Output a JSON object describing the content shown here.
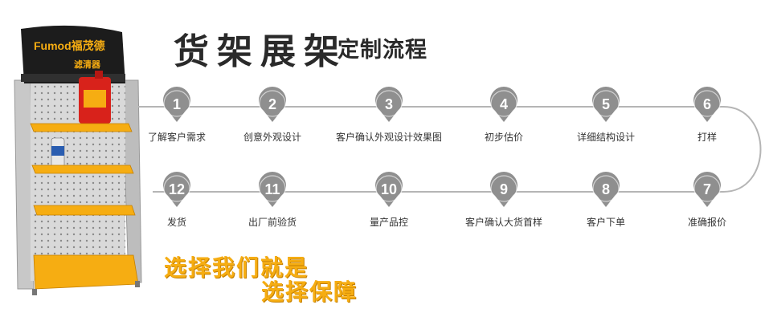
{
  "header": {
    "title": "货架展架",
    "subtitle": "定制流程"
  },
  "display_rack": {
    "brand": "Fumod福茂德",
    "category": "滤清器"
  },
  "steps": [
    {
      "num": "1",
      "label": "了解客户需求"
    },
    {
      "num": "2",
      "label": "创意外观设计"
    },
    {
      "num": "3",
      "label": "客户确认外观设计效果图"
    },
    {
      "num": "4",
      "label": "初步估价"
    },
    {
      "num": "5",
      "label": "详细结构设计"
    },
    {
      "num": "6",
      "label": "打样"
    },
    {
      "num": "7",
      "label": "准确报价"
    },
    {
      "num": "8",
      "label": "客户下单"
    },
    {
      "num": "9",
      "label": "客户确认大货首样"
    },
    {
      "num": "10",
      "label": "量产品控"
    },
    {
      "num": "11",
      "label": "出厂前验货"
    },
    {
      "num": "12",
      "label": "发货"
    }
  ],
  "slogan": {
    "line1": "选择我们就是",
    "line2": "选择保障"
  },
  "colors": {
    "accent": "#f6ad12",
    "pin": "#8f8f8f",
    "line": "#b5b5b5"
  }
}
